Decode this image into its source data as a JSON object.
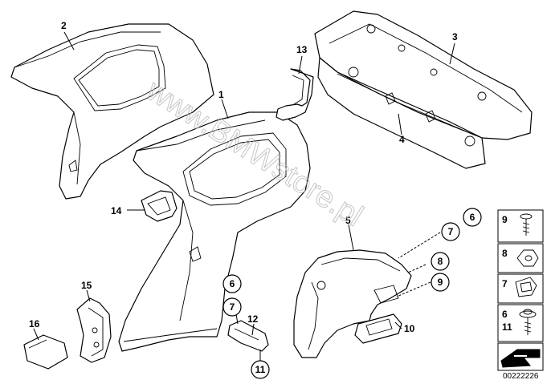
{
  "diagram": {
    "callouts": {
      "p1": "1",
      "p2": "2",
      "p3": "3",
      "p4": "4",
      "p5": "5",
      "p6a": "6",
      "p7a": "7",
      "p8": "8",
      "p9": "9",
      "p10": "10",
      "p6b": "6",
      "p7b": "7",
      "p12": "12",
      "p11a": "11",
      "p13": "13",
      "p14": "14",
      "p15": "15",
      "p16": "16"
    },
    "legend": {
      "l9": "9",
      "l8": "8",
      "l7": "7",
      "l6": "6",
      "l11": "11"
    },
    "watermark": "www.BMWstore.pl",
    "image_id": "00222226"
  }
}
